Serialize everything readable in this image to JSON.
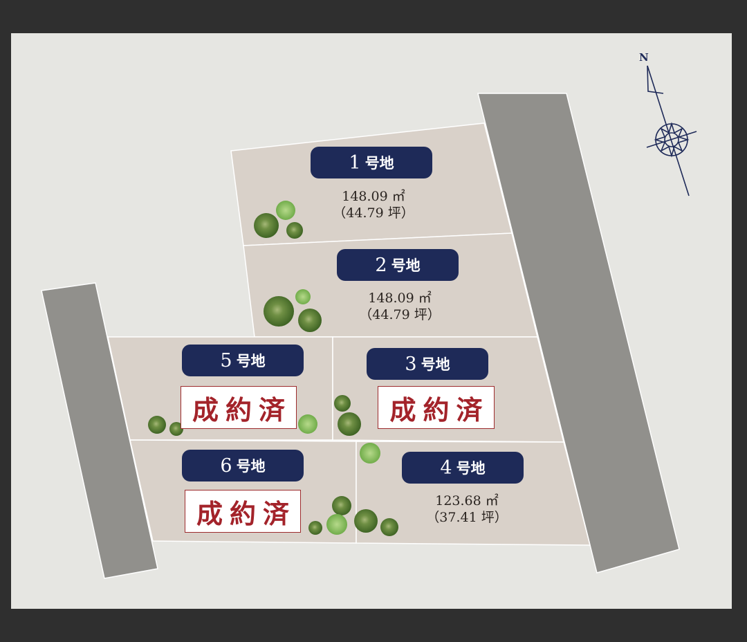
{
  "colors": {
    "frame": "#2f2f2f",
    "background": "#e6e6e2",
    "lot_fill": "#d9d1c9",
    "road": "#91908c",
    "badge": "#1e2a58",
    "sold_text": "#a3232a",
    "compass": "#1e2a58"
  },
  "compass": {
    "label": "N"
  },
  "lots": [
    {
      "id": 1,
      "number": "1",
      "suffix": "号地",
      "area_sqm": "148.09 ㎡",
      "area_tsubo": "（44.79 坪）",
      "status": "available"
    },
    {
      "id": 2,
      "number": "2",
      "suffix": "号地",
      "area_sqm": "148.09 ㎡",
      "area_tsubo": "（44.79 坪）",
      "status": "available"
    },
    {
      "id": 3,
      "number": "3",
      "suffix": "号地",
      "status": "sold",
      "status_label": "成約済"
    },
    {
      "id": 4,
      "number": "4",
      "suffix": "号地",
      "area_sqm": "123.68 ㎡",
      "area_tsubo": "（37.41 坪）",
      "status": "available"
    },
    {
      "id": 5,
      "number": "5",
      "suffix": "号地",
      "status": "sold",
      "status_label": "成約済"
    },
    {
      "id": 6,
      "number": "6",
      "suffix": "号地",
      "status": "sold",
      "status_label": "成約済"
    }
  ],
  "roads": [
    {
      "name": "east-road"
    },
    {
      "name": "west-road"
    }
  ]
}
